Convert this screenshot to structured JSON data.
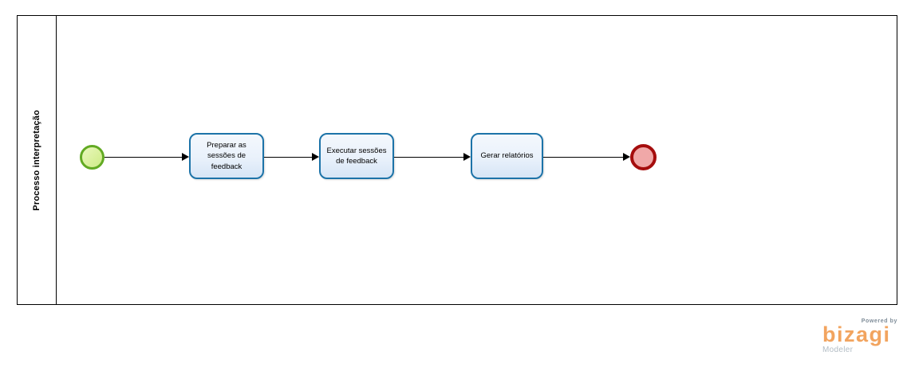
{
  "diagram": {
    "type": "bpmn-process",
    "pool": {
      "lane_label": "Processo interpretação"
    },
    "start_event": {
      "name": "start-event",
      "fill": "#d9f09b",
      "stroke": "#62aa23"
    },
    "tasks": [
      {
        "label": "Preparar as sessões de feedback"
      },
      {
        "label": "Executar sessões de feedback"
      },
      {
        "label": "Gerar relatórios"
      }
    ],
    "end_event": {
      "name": "end-event",
      "fill": "#f0a8a8",
      "stroke": "#a50d0d"
    },
    "flows": [
      {
        "from": "start-event",
        "to": "Preparar as sessões de feedback"
      },
      {
        "from": "Preparar as sessões de feedback",
        "to": "Executar sessões de feedback"
      },
      {
        "from": "Executar sessões de feedback",
        "to": "Gerar relatórios"
      },
      {
        "from": "Gerar relatórios",
        "to": "end-event"
      }
    ],
    "colors": {
      "task_stroke": "#1c73a8",
      "task_fill_top": "#f4f8fd",
      "task_fill_bottom": "#d6e5f6",
      "arrow": "#000000",
      "pool_border": "#000000"
    }
  },
  "branding": {
    "powered_by": "Powered by",
    "brand": "bizagi",
    "product": "Modeler",
    "brand_color": "#f2a45f"
  }
}
